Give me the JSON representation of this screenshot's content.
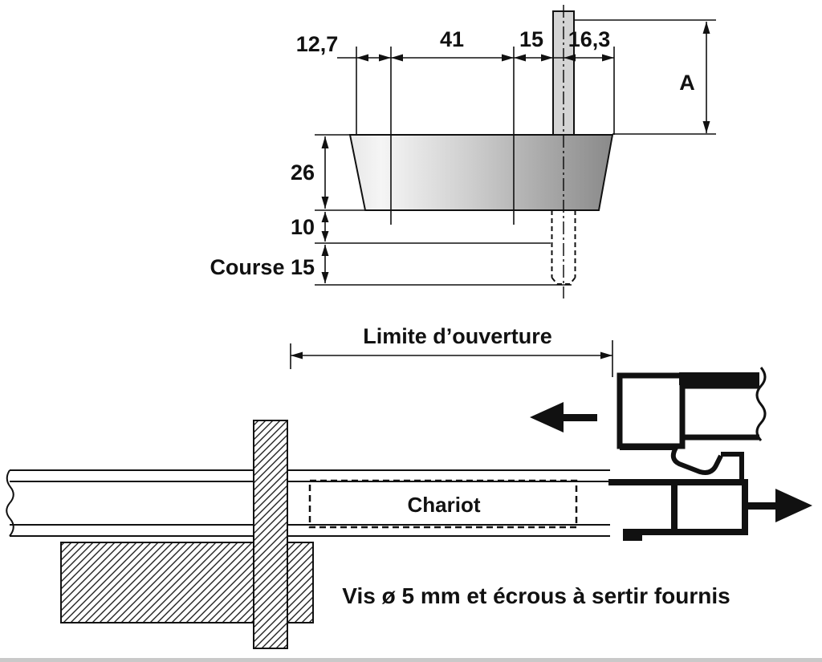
{
  "figure": {
    "kind": "technical-drawing",
    "top_view": {
      "dim_12_7": "12,7",
      "dim_41": "41",
      "dim_15": "15",
      "dim_16_3": "16,3",
      "dim_A": "A",
      "dim_26": "26",
      "dim_10": "10",
      "dim_course": "Course 15"
    },
    "side_view": {
      "opening_limit_label": "Limite d’ouverture",
      "carriage_label": "Chariot",
      "note": "Vis ø 5 mm et écrous à sertir fournis"
    }
  },
  "colors": {
    "ink": "#111111",
    "pin_fill": "#d4d4d4",
    "body_light": "#f5f5f5",
    "body_dark": "#8a8a8a",
    "edge_artifact": "#c9c9c9"
  }
}
